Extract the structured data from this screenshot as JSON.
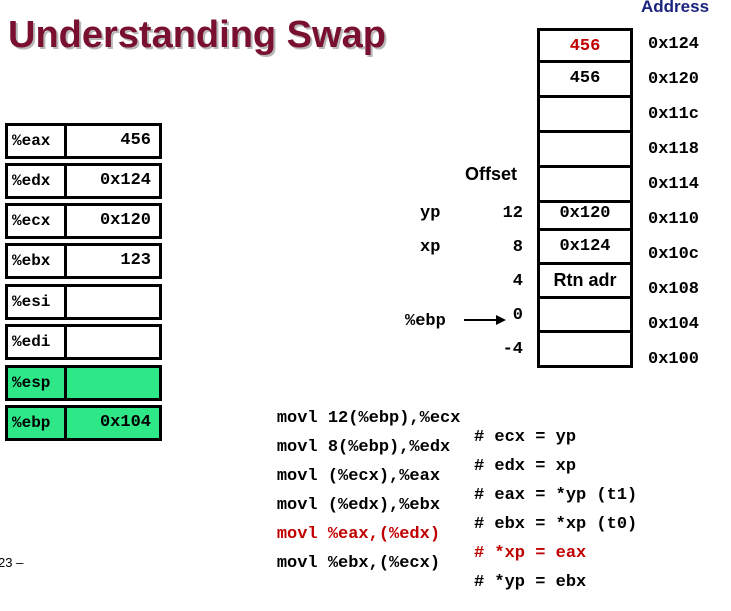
{
  "title": "Understanding Swap",
  "address_header": "Address",
  "offset_header": "Offset",
  "page_number": "23 –",
  "registers": [
    {
      "name": "%eax",
      "value": "456",
      "highlight": false
    },
    {
      "name": "%edx",
      "value": "0x124",
      "highlight": false
    },
    {
      "name": "%ecx",
      "value": "0x120",
      "highlight": false
    },
    {
      "name": "%ebx",
      "value": "123",
      "highlight": false
    },
    {
      "name": "%esi",
      "value": "",
      "highlight": false
    },
    {
      "name": "%edi",
      "value": "",
      "highlight": false
    },
    {
      "name": "%esp",
      "value": "",
      "highlight": true
    },
    {
      "name": "%ebp",
      "value": "0x104",
      "highlight": true
    }
  ],
  "memory": [
    {
      "address": "0x124",
      "value": "456",
      "highlighted_red": true
    },
    {
      "address": "0x120",
      "value": "456",
      "highlighted_red": false
    },
    {
      "address": "0x11c",
      "value": "",
      "highlighted_red": false
    },
    {
      "address": "0x118",
      "value": "",
      "highlighted_red": false
    },
    {
      "address": "0x114",
      "value": "",
      "highlighted_red": false
    },
    {
      "address": "0x110",
      "value": "0x120",
      "highlighted_red": false
    },
    {
      "address": "0x10c",
      "value": "0x124",
      "highlighted_red": false
    },
    {
      "address": "0x108",
      "value": "Rtn adr",
      "highlighted_red": false
    },
    {
      "address": "0x104",
      "value": "",
      "highlighted_red": false
    },
    {
      "address": "0x100",
      "value": "",
      "highlighted_red": false
    }
  ],
  "offsets": [
    {
      "label": "yp",
      "offset": "12"
    },
    {
      "label": "xp",
      "offset": "8"
    },
    {
      "label": "",
      "offset": "4"
    },
    {
      "label": "%ebp",
      "offset": "0"
    },
    {
      "label": "",
      "offset": "-4"
    }
  ],
  "code": [
    {
      "instr": "movl 12(%ebp),%ecx",
      "comment": "# ecx = yp",
      "highlight": false
    },
    {
      "instr": "movl 8(%ebp),%edx",
      "comment": "# edx = xp",
      "highlight": false
    },
    {
      "instr": "movl (%ecx),%eax",
      "comment": "# eax = *yp (t1)",
      "highlight": false
    },
    {
      "instr": "movl (%edx),%ebx",
      "comment": "# ebx = *xp (t0)",
      "highlight": false
    },
    {
      "instr": "movl %eax,(%edx)",
      "comment": "# *xp = eax",
      "highlight": true
    },
    {
      "instr": "movl %ebx,(%ecx)",
      "comment": "# *yp = ebx",
      "highlight": false
    }
  ],
  "colors": {
    "title": "#7a1030",
    "address_header": "#1a237e",
    "highlight_register": "#2ee888",
    "highlight_text": "#c00000"
  }
}
